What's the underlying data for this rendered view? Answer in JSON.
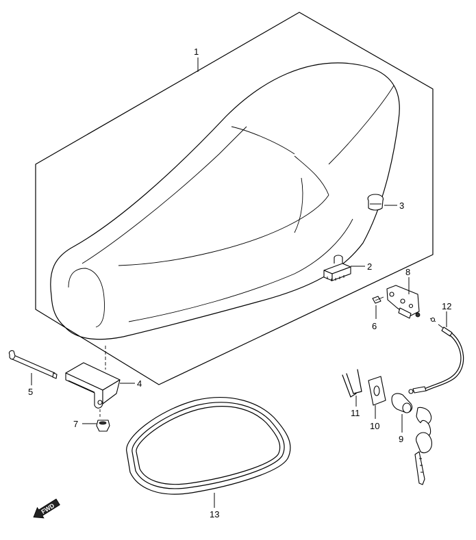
{
  "callouts": [
    {
      "id": "1",
      "label": "1"
    },
    {
      "id": "2",
      "label": "2"
    },
    {
      "id": "3",
      "label": "3"
    },
    {
      "id": "4",
      "label": "4"
    },
    {
      "id": "5",
      "label": "5"
    },
    {
      "id": "6",
      "label": "6"
    },
    {
      "id": "7",
      "label": "7"
    },
    {
      "id": "8",
      "label": "8"
    },
    {
      "id": "9",
      "label": "9"
    },
    {
      "id": "10",
      "label": "10"
    },
    {
      "id": "11",
      "label": "11"
    },
    {
      "id": "12",
      "label": "12"
    },
    {
      "id": "13",
      "label": "13"
    }
  ],
  "fwd_marker": {
    "label": "FWD"
  }
}
